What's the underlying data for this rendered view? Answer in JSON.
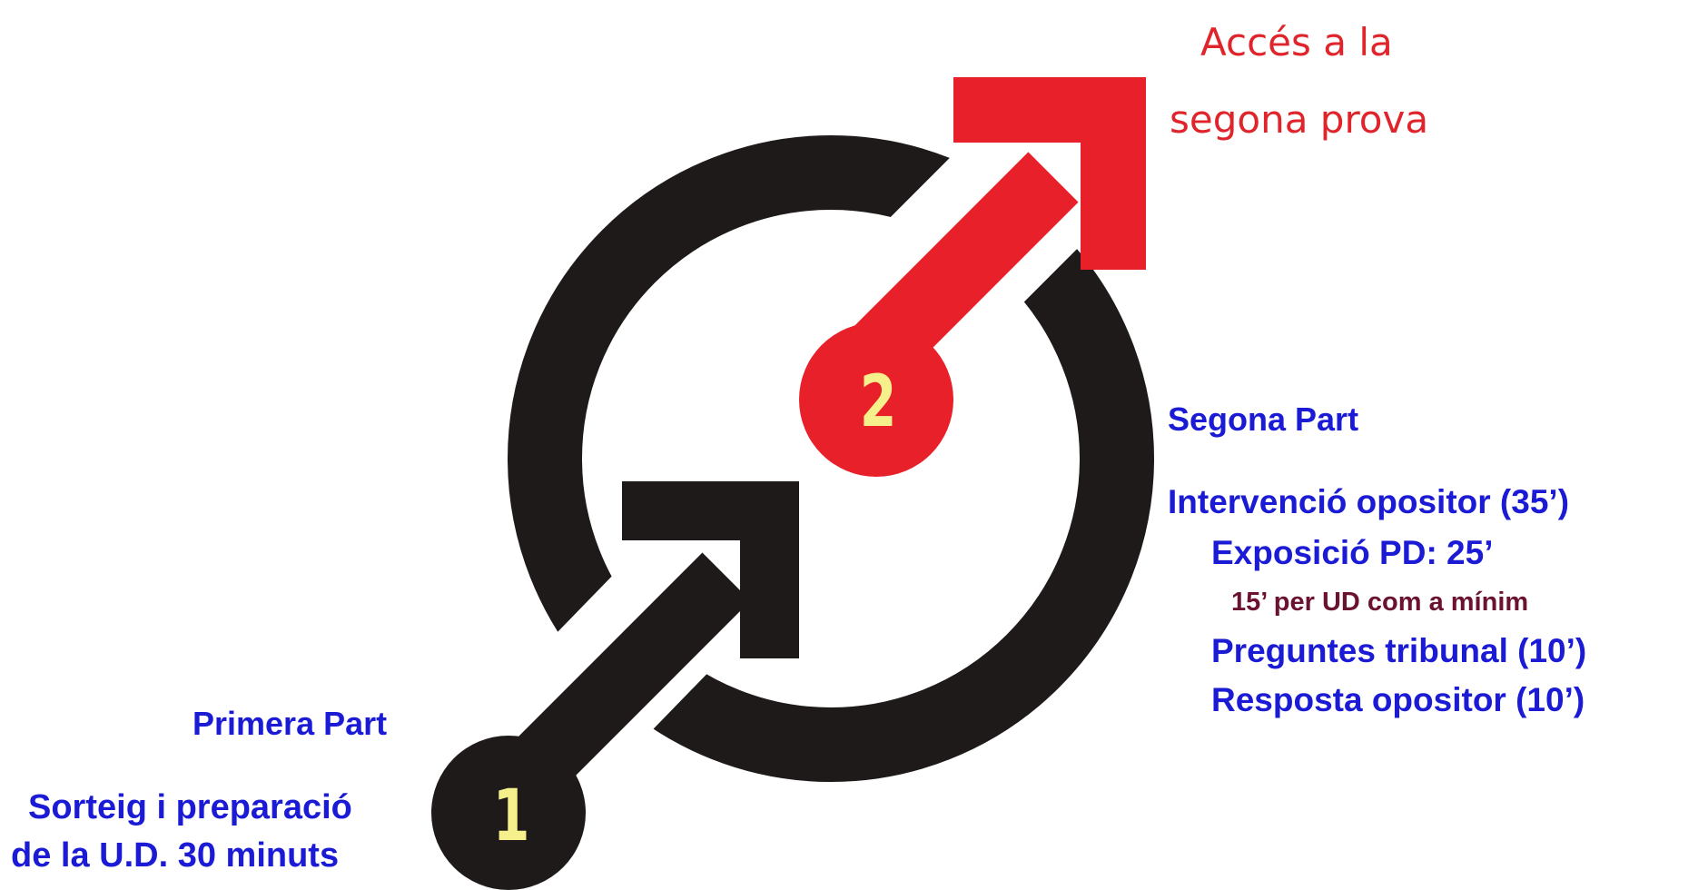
{
  "access": {
    "line1": "Accés a la",
    "line2": "segona prova",
    "color": "#e0242b"
  },
  "step1": {
    "number": "1",
    "title": "Primera Part",
    "desc_line1": "Sorteig i preparació",
    "desc_line2": "de la U.D. 30 minuts"
  },
  "step2": {
    "number": "2",
    "title": "Segona Part",
    "items": [
      "Intervenció opositor (35’)",
      "Exposició PD: 25’",
      "15’ per UD com a mínim",
      "Preguntes tribunal (10’)",
      "Resposta opositor (10’)"
    ]
  },
  "colors": {
    "label_blue": "#1b1bd6",
    "sub_note": "#6a1230",
    "ring": "#1e1a1a",
    "red_arrow": "#e8202a",
    "number_yellow": "#f6f08c"
  }
}
